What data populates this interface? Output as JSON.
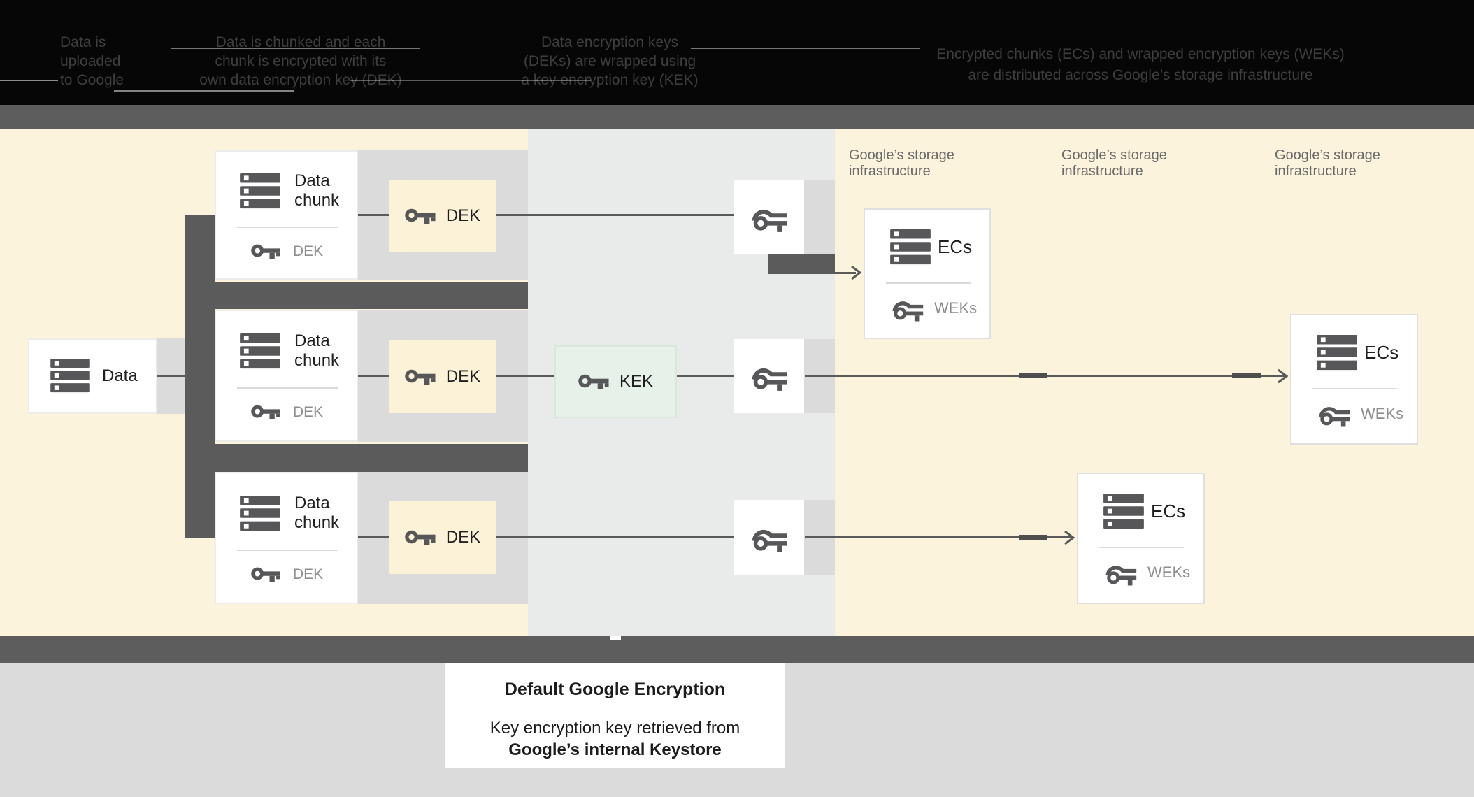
{
  "header": {
    "steps": [
      {
        "lines": [
          "Data is",
          "uploaded",
          "to Google"
        ]
      },
      {
        "lines": [
          "Data is chunked and each",
          "chunk is encrypted with its",
          "own data encryption key (DEK)"
        ]
      },
      {
        "lines": [
          "Data encryption keys",
          "(DEKs) are wrapped using",
          "a key encryption key (KEK)"
        ]
      },
      {
        "lines": [
          "Encrypted chunks (ECs) and wrapped encryption keys (WEKs)",
          "are distributed across Google’s storage infrastructure"
        ]
      }
    ]
  },
  "diagram": {
    "data_box": {
      "label": "Data"
    },
    "chunk_box": {
      "title_line1": "Data",
      "title_line2": "chunk",
      "key_label": "DEK"
    },
    "dek_box": {
      "label": "DEK"
    },
    "kek_box": {
      "label": "KEK"
    },
    "ecs_box": {
      "label": "ECs",
      "key_label": "WEKs"
    },
    "storage_label": {
      "line1": "Google’s storage",
      "line2": "infrastructure"
    }
  },
  "caption": {
    "title": "Default Google Encryption",
    "body_line1": "Key encryption key retrieved from",
    "body_line2": "Google’s internal Keystore"
  },
  "colors": {
    "background_cream": "#FBF3DC",
    "center_column": "#E8EBEA",
    "panel_gray": "#DBDBDB",
    "connector_dark": "#5B5B5B",
    "kek_green": "#E6F1EA",
    "dek_cream": "#FCF2D8",
    "header_black": "#060606",
    "icon_gray": "#57575A"
  }
}
